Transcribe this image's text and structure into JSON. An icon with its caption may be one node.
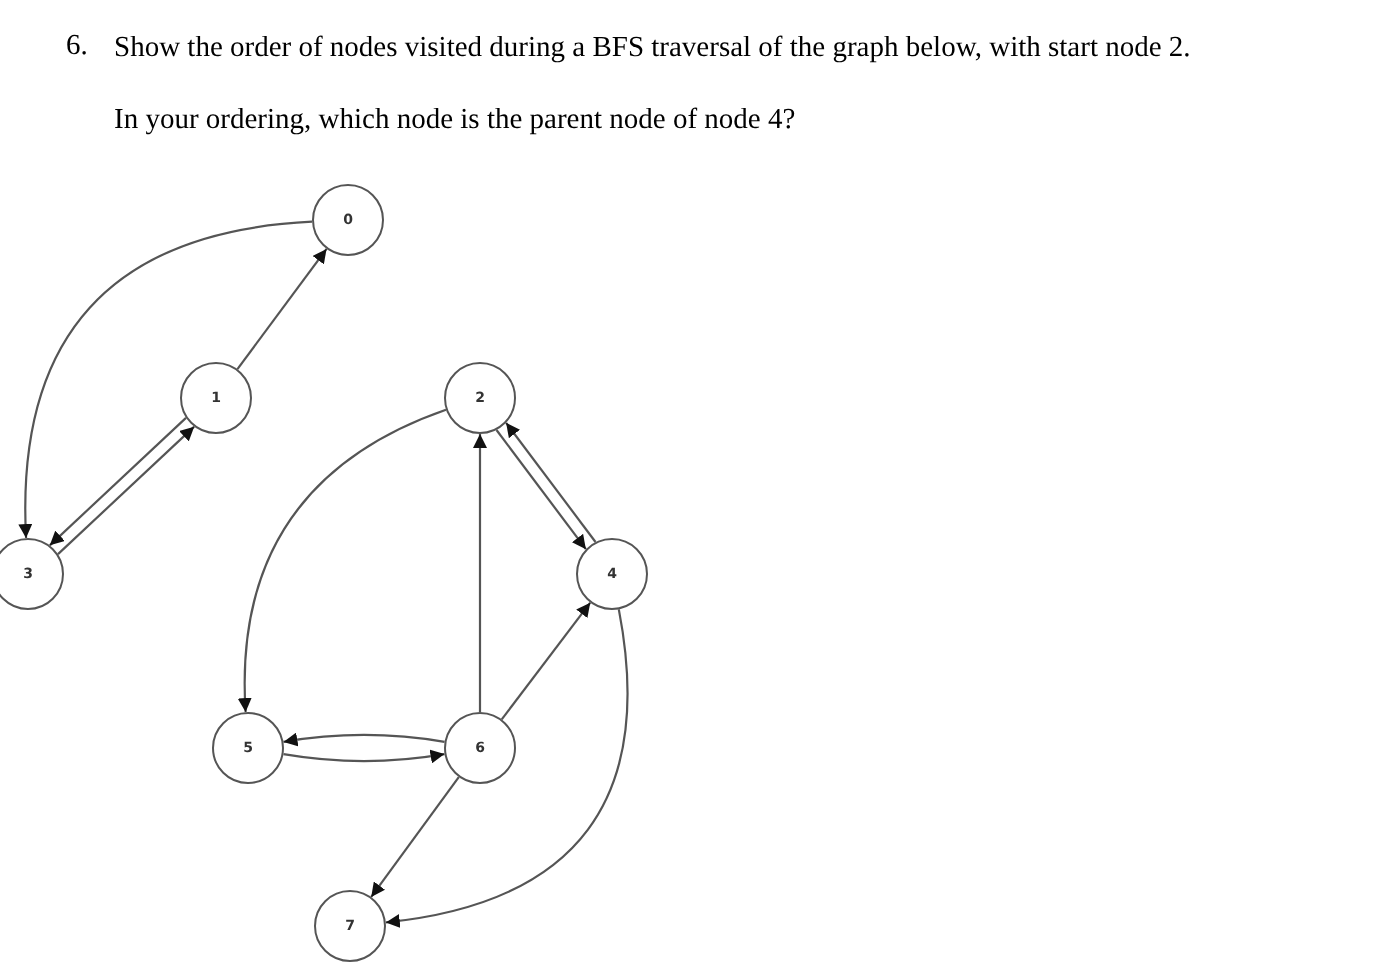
{
  "diagram": {
    "nodes": [
      {
        "text": [
          "0"
        ]
      },
      {
        "text": [
          "1"
        ]
      },
      {
        "text": [
          "2"
        ]
      },
      {
        "text": [
          "3"
        ]
      },
      {
        "text": [
          "4"
        ]
      },
      {
        "text": [
          "5"
        ]
      },
      {
        "text": [
          "6"
        ]
      },
      {
        "text": [
          "7"
        ]
      }
    ],
    "edges": [
      {
        "from": 1,
        "to": 0,
        "arrow": "to"
      },
      {
        "from": 0,
        "to": 3,
        "arrow": "to"
      },
      {
        "from": 3,
        "to": 1,
        "arrow": "to"
      },
      {
        "from": 1,
        "to": 3,
        "arrow": "to"
      },
      {
        "from": 2,
        "to": 5,
        "arrow": "to"
      },
      {
        "from": 6,
        "to": 2,
        "arrow": "to"
      },
      {
        "from": 2,
        "to": 4,
        "arrow": "to"
      },
      {
        "from": 4,
        "to": 2,
        "arrow": "to"
      },
      {
        "from": 6,
        "to": 4,
        "arrow": "to"
      },
      {
        "from": 4,
        "to": 7,
        "arrow": "to"
      },
      {
        "from": 5,
        "to": 6,
        "arrow": "to"
      },
      {
        "from": 6,
        "to": 5,
        "arrow": "to"
      },
      {
        "from": 6,
        "to": 7,
        "arrow": "to"
      }
    ],
    "labels": [
      "6.",
      "Show the order of nodes visited during a BFS traversal of the graph below, with start node 2.",
      "In your ordering, which node is the parent node of node 4?"
    ]
  }
}
